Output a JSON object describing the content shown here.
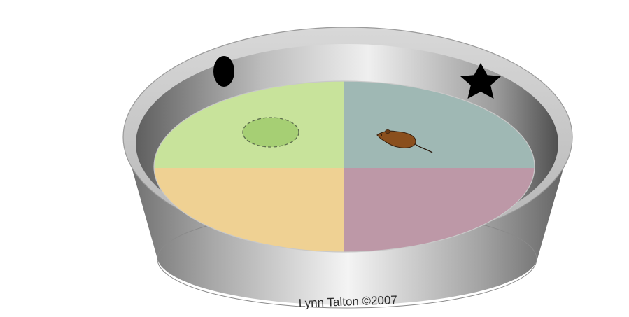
{
  "diagram": {
    "type": "morris-water-maze",
    "credit": "Lynn Talton ©2007",
    "cues": [
      {
        "shape": "oval",
        "color": "#000000"
      },
      {
        "shape": "star",
        "color": "#000000"
      }
    ],
    "quadrants": [
      {
        "position": "top-left",
        "color": "#c8e39b"
      },
      {
        "position": "top-right",
        "color": "#9fb8b4"
      },
      {
        "position": "bottom-left",
        "color": "#efd193"
      },
      {
        "position": "bottom-right",
        "color": "#bd98a7"
      }
    ],
    "platform": {
      "quadrant": "top-left",
      "style": "dashed",
      "color": "#a6cf74"
    },
    "animal": {
      "type": "mouse",
      "quadrant": "top-right",
      "color": "#8a4f1d"
    }
  }
}
